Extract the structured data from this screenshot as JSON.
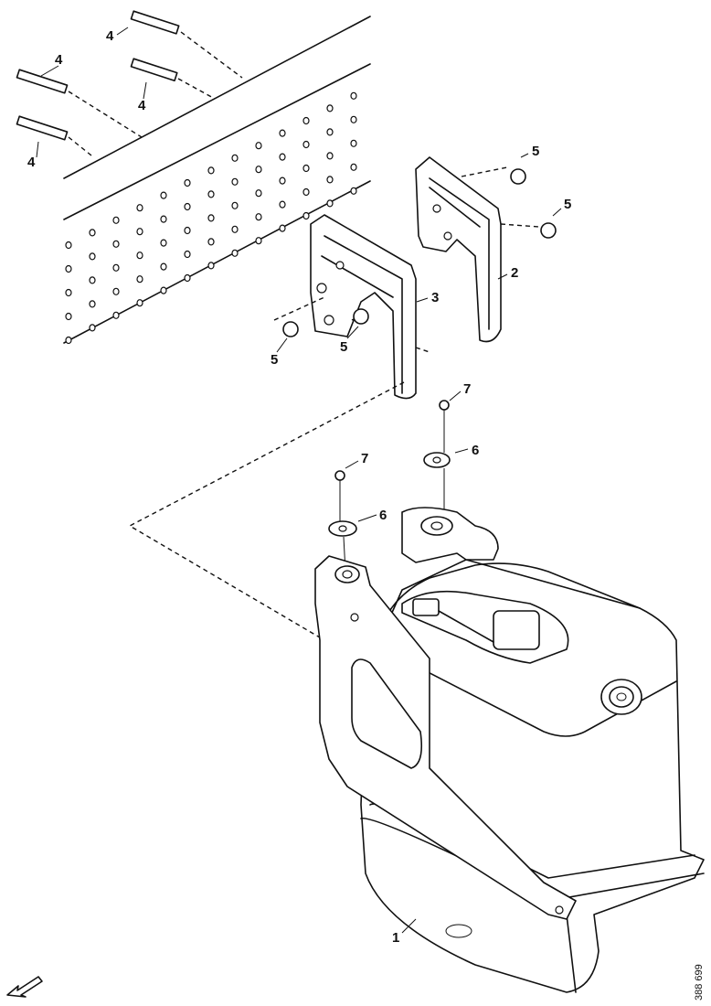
{
  "diagram": {
    "callouts": {
      "part1": "1",
      "part2": "2",
      "part3": "3",
      "part4": "4",
      "part5": "5",
      "part6": "6",
      "part7": "7"
    },
    "drawing_code": "388 699"
  }
}
